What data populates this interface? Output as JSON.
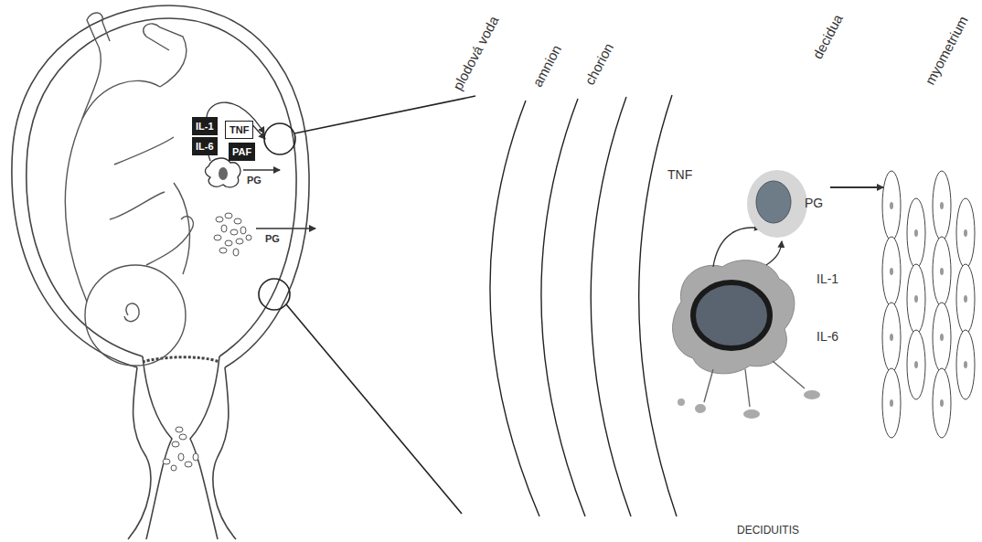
{
  "diagram": {
    "nodes": [
      {
        "text": [
          "IL-1"
        ]
      },
      {
        "text": [
          "IL-6"
        ]
      },
      {
        "text": [
          "TNF"
        ]
      },
      {
        "text": [
          "PAF"
        ]
      },
      {
        "text": [
          "PG"
        ]
      }
    ],
    "labels": [
      "PG",
      "PG",
      "plodová voda",
      "amnion",
      "chorion",
      "decidua",
      "myometrium",
      "TNF",
      "IL-1",
      "IL-6",
      "DECIDUITIS"
    ]
  }
}
